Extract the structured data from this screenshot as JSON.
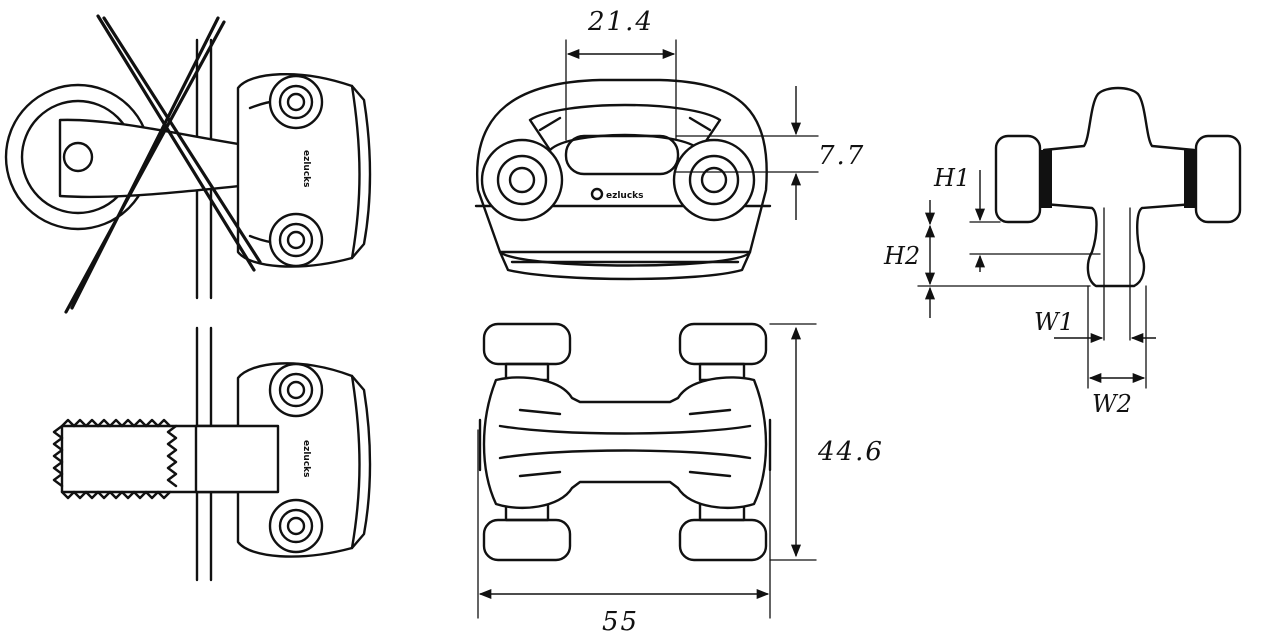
{
  "dimensions": {
    "top_width": "21.4",
    "top_height": "7.7",
    "bottom_height": "44.6",
    "bottom_width": "55",
    "h1": "H1",
    "h2": "H2",
    "w1": "W1",
    "w2": "W2"
  },
  "brand": "ezlucks",
  "stroke_color": "#111111",
  "background_color": "#ffffff"
}
